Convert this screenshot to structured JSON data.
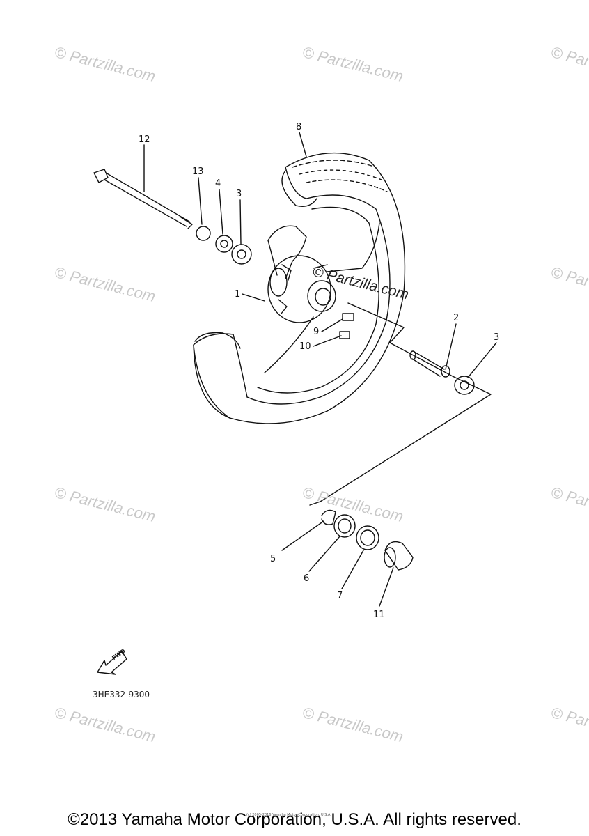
{
  "watermark": {
    "text": "© Partzilla.com"
  },
  "center_watermark": {
    "text": "© Partzilla.com"
  },
  "callouts": [
    {
      "id": "1",
      "label": "1"
    },
    {
      "id": "2",
      "label": "2"
    },
    {
      "id": "3a",
      "label": "3"
    },
    {
      "id": "3b",
      "label": "3"
    },
    {
      "id": "4",
      "label": "4"
    },
    {
      "id": "5",
      "label": "5"
    },
    {
      "id": "6",
      "label": "6"
    },
    {
      "id": "7",
      "label": "7"
    },
    {
      "id": "8",
      "label": "8"
    },
    {
      "id": "9",
      "label": "9"
    },
    {
      "id": "10",
      "label": "10"
    },
    {
      "id": "11",
      "label": "11"
    },
    {
      "id": "12",
      "label": "12"
    },
    {
      "id": "13",
      "label": "13"
    }
  ],
  "fwd": {
    "label": "FWD"
  },
  "diagram_code": "3HE332-9300",
  "tiny_note": "(c) 2005-2016 Yamaha Motor Corporation, U.S.A.",
  "copyright": "©2013 Yamaha Motor Corporation, U.S.A. All rights reserved."
}
